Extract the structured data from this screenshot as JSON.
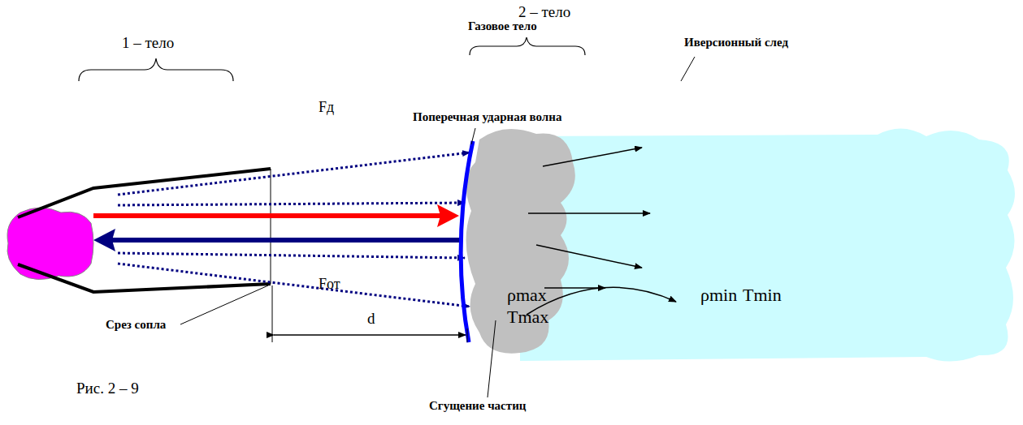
{
  "diagram": {
    "caption": "Рис. 2 – 9",
    "labels": [
      "2 – тело",
      "1 – тело",
      "Газовое тело",
      "Поперечная ударная волна",
      "Иверсионный след",
      "Fд",
      "Fот",
      "Срез сопла",
      "d",
      "ρmax",
      "Tmax",
      "ρmin",
      "Tmin",
      "Сгущение частиц"
    ]
  }
}
